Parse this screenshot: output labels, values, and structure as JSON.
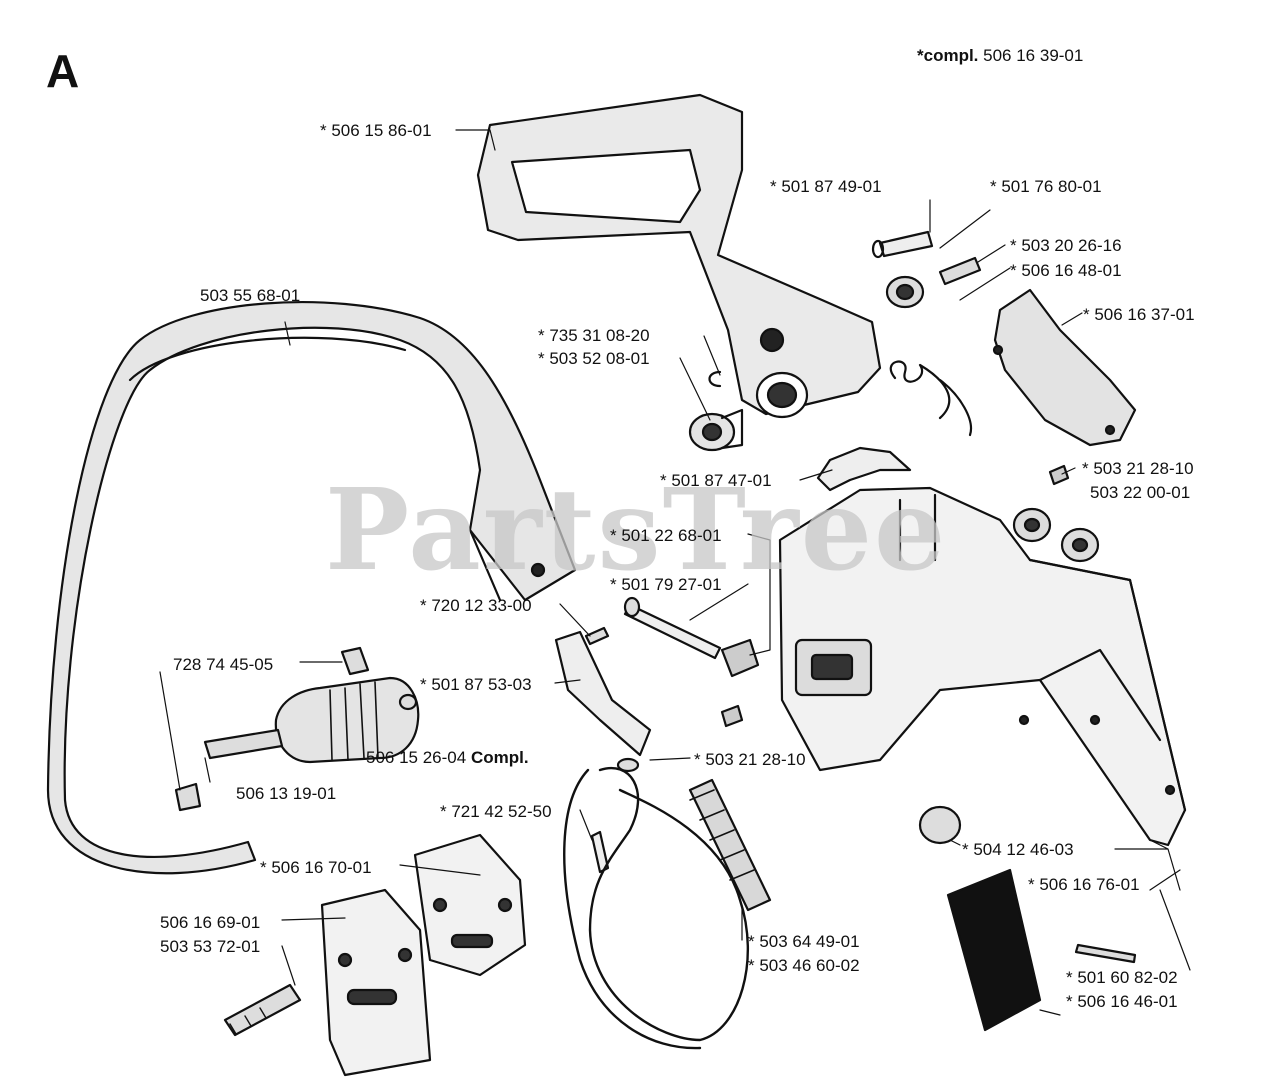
{
  "section_letter": "A",
  "header_note": {
    "prefix": "*compl.",
    "number": "506 16 39-01"
  },
  "watermark": "PartsTree",
  "labels": [
    "* 506 15 86-01",
    "* 501 87 49-01",
    "* 501 76 80-01",
    "* 503 20 26-16",
    "* 506 16 48-01",
    "503 55 68-01",
    "* 506 16 37-01",
    "* 735 31 08-20",
    "* 503 52 08-01",
    "* 501 87 47-01",
    "* 503 21 28-10",
    "503 22 00-01",
    "* 501 22 68-01",
    "* 501 79 27-01",
    "* 720 12 33-00",
    "728 74 45-05",
    "* 501 87 53-03",
    "506 15 26-04",
    "506 13 19-01",
    "* 503 21 28-10",
    "* 721 42 52-50",
    "* 504 12 46-03",
    "* 506 16 70-01",
    "* 506 16 76-01",
    "506 16 69-01",
    "503 53 72-01",
    "* 503 64 49-01",
    "* 503 46 60-02",
    "* 501 60 82-02",
    "* 506 16 46-01"
  ],
  "compl_suffix": "Compl."
}
